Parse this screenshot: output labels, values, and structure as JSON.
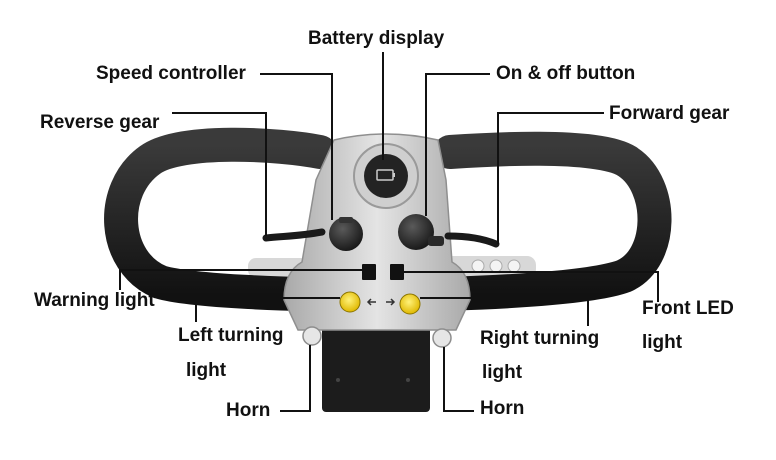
{
  "diagram": {
    "labels": {
      "battery_display": "Battery display",
      "speed_controller": "Speed controller",
      "on_off_button": "On & off button",
      "reverse_gear": "Reverse gear",
      "forward_gear": "Forward gear",
      "warning_light": "Warning light",
      "front_led_line1": "Front LED",
      "front_led_line2": "light",
      "left_turning_line1": "Left turning",
      "left_turning_line2": "light",
      "right_turning_line1": "Right turning",
      "right_turning_line2": "light",
      "horn_left": "Horn",
      "horn_right": "Horn"
    },
    "colors": {
      "grip": "#1e1e1e",
      "panel": "#c9c9c9",
      "button_yellow": "#f2d21c",
      "leader_line": "#111111"
    }
  }
}
